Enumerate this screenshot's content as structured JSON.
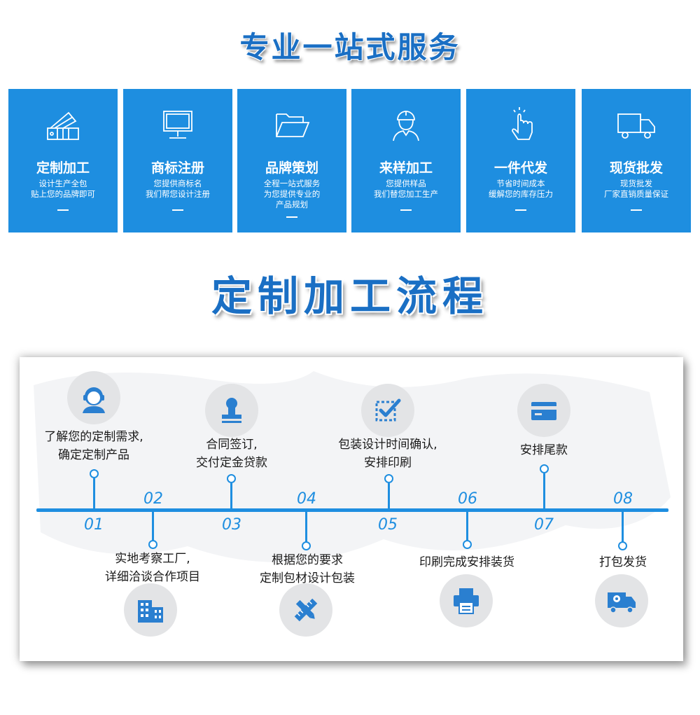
{
  "heading_service": "专业一站式服务",
  "heading_process": "定制加工流程",
  "services": [
    {
      "icon": "color-swatch-icon",
      "title": "定制加工",
      "lines": [
        "设计生产全包",
        "贴上您的品牌即可"
      ]
    },
    {
      "icon": "monitor-icon",
      "title": "商标注册",
      "lines": [
        "您提供商标名",
        "我们帮您设计注册"
      ]
    },
    {
      "icon": "folder-icon",
      "title": "品牌策划",
      "lines": [
        "全程一站式服务",
        "为您提供专业的",
        "产品规划"
      ]
    },
    {
      "icon": "worker-icon",
      "title": "来样加工",
      "lines": [
        "您提供样品",
        "我们替您加工生产"
      ]
    },
    {
      "icon": "tap-hand-icon",
      "title": "一件代发",
      "lines": [
        "节省时间成本",
        "缓解您的库存压力"
      ]
    },
    {
      "icon": "delivery-truck-icon",
      "title": "现货批发",
      "lines": [
        "现货批发",
        "厂家直销质量保证"
      ]
    }
  ],
  "steps": [
    {
      "num": "01",
      "icon": "customer-service-icon",
      "lines": [
        "了解您的定制需求,",
        "确定定制产品"
      ]
    },
    {
      "num": "02",
      "icon": "factory-building-icon",
      "lines": [
        "实地考察工厂,",
        "详细洽谈合作项目"
      ]
    },
    {
      "num": "03",
      "icon": "stamp-icon",
      "lines": [
        "合同签订,",
        "交付定金贷款"
      ]
    },
    {
      "num": "04",
      "icon": "design-tools-icon",
      "lines": [
        "根据您的要求",
        "定制包材设计包装"
      ]
    },
    {
      "num": "05",
      "icon": "checkbox-confirm-icon",
      "lines": [
        "包装设计时间确认,",
        "安排印刷"
      ]
    },
    {
      "num": "06",
      "icon": "printer-icon",
      "lines": [
        "印刷完成安排装货"
      ]
    },
    {
      "num": "07",
      "icon": "payment-card-icon",
      "lines": [
        "安排尾款"
      ]
    },
    {
      "num": "08",
      "icon": "shipping-truck-icon",
      "lines": [
        "打包发货"
      ]
    }
  ],
  "colors": {
    "accent": "#1e8ee0",
    "heading": "#1a6fc4",
    "icon_bg": "#e3e4e6",
    "icon_fg": "#2a7fd0"
  }
}
